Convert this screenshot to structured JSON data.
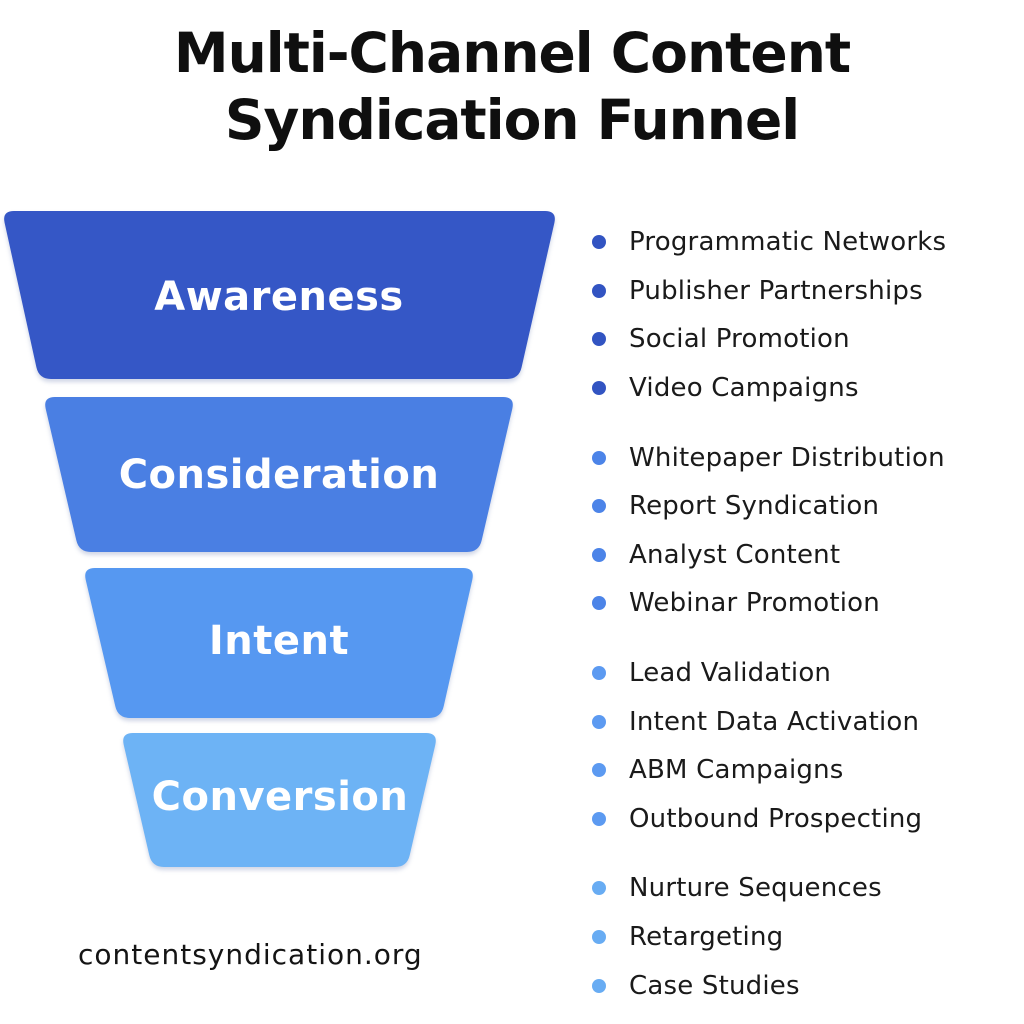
{
  "title": {
    "full": "Multi-Channel Content Syndication Funnel",
    "lines": [
      "Multi-Channel Content",
      "Syndication Funnel"
    ]
  },
  "colors": {
    "background": "#ffffff",
    "heading_text": "#0f0f0f",
    "item_text": "#1a1a1a",
    "stage_label_text": "#ffffff"
  },
  "funnel": {
    "stages": [
      {
        "label": "Awareness",
        "color": "#3557c6",
        "bullet_color": "#3254c2",
        "items": [
          "Programmatic Networks",
          "Publisher Partnerships",
          "Social Promotion",
          "Video Campaigns"
        ]
      },
      {
        "label": "Consideration",
        "color": "#4a7fe3",
        "bullet_color": "#4c84e8",
        "items": [
          "Whitepaper Distribution",
          "Report Syndication",
          "Analyst Content",
          "Webinar Promotion"
        ]
      },
      {
        "label": "Intent",
        "color": "#5698f1",
        "bullet_color": "#5c9af1",
        "items": [
          "Lead Validation",
          "Intent Data Activation",
          "ABM Campaigns",
          "Outbound Prospecting"
        ]
      },
      {
        "label": "Conversion",
        "color": "#6db3f5",
        "bullet_color": "#68acf3",
        "items": [
          "Nurture Sequences",
          "Retargeting",
          "Case Studies"
        ]
      }
    ]
  },
  "footer": {
    "website": "contentsyndication.org"
  }
}
